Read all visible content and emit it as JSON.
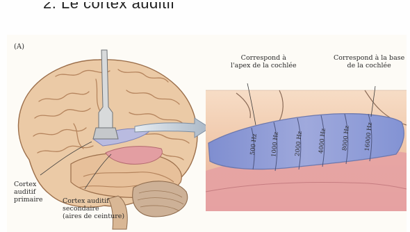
{
  "heading": "2. Le cortex auditif",
  "panel_label": "(A)",
  "labels": {
    "apex": "Correspond à\nl'apex de la cochlée",
    "base": "Correspond à la base\nde la cochlée",
    "primary": "Cortex\nauditif\nprimaire",
    "secondary": "Cortex auditif\nsecondaire\n(aires de ceinture)"
  },
  "frequencies": [
    "500 Hz",
    "1000 Hz",
    "2000 Hz",
    "4000 Hz",
    "8000 Hz",
    "16000 Hz"
  ],
  "colors": {
    "brain": "#e9c9a4",
    "brain_dark": "#c49468",
    "cortex_band": "#b7b9dd",
    "gradient_blue": "#8d99d3",
    "pink": "#e6a3a6",
    "cerebellum": "#c8ad92"
  }
}
